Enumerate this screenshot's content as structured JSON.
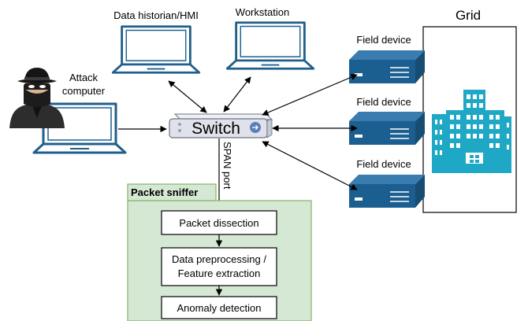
{
  "labels": {
    "historian": "Data historian/HMI",
    "workstation": "Workstation",
    "grid": "Grid",
    "attack_line1": "Attack",
    "attack_line2": "computer",
    "switch": "Switch",
    "field_device_1": "Field device",
    "field_device_2": "Field device",
    "field_device_3": "Field device",
    "span_port": "SPAN port",
    "packet_sniffer": "Packet sniffer",
    "step_1": "Packet dissection",
    "step_2_line1": "Data preprocessing /",
    "step_2_line2": "Feature extraction",
    "step_3": "Anomaly detection"
  },
  "icons": {
    "laptop": "laptop-icon",
    "server": "field-device-icon",
    "building": "building-icon",
    "hacker": "hacker-icon",
    "switch": "network-switch-icon"
  },
  "colors": {
    "laptop_blue": "#1f5f8b",
    "server_blue": "#1a5f8f",
    "building_teal": "#1ea8c5",
    "sniffer_fill": "#d5e8d4",
    "sniffer_border": "#82b366",
    "switch_fill": "#dfe2ea"
  }
}
